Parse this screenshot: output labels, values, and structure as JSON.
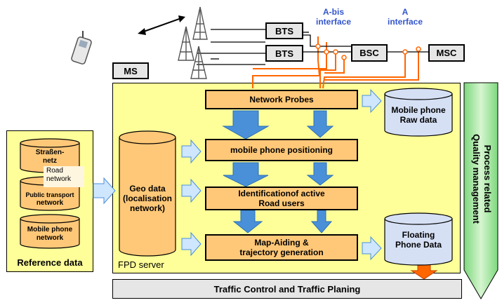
{
  "network": {
    "bts_1": "BTS",
    "bts_2": "BTS",
    "bsc": "BSC",
    "msc": "MSC",
    "ms": "MS",
    "abis_label_1": "A-bis",
    "abis_label_2": "interface",
    "a_label_1": "A",
    "a_label_2": "interface"
  },
  "process": {
    "network_probes": "Network Probes",
    "positioning": "mobile phone positioning",
    "identification_1": "Identificationof active",
    "identification_2": "Road users",
    "map_aiding_1": "Map-Aiding &",
    "map_aiding_2": "trajectory generation"
  },
  "stores": {
    "raw_data_1": "Mobile phone",
    "raw_data_2": "Raw data",
    "floating_1": "Floating",
    "floating_2": "Phone Data",
    "geo_1": "Geo data",
    "geo_2": "(localisation",
    "geo_3": "network)"
  },
  "reference": {
    "strassen_1": "Straßen-",
    "strassen_2": "netz",
    "road_1": "Road",
    "road_2": "network",
    "public_1": "Public transport",
    "public_2": "network",
    "mobile_1": "Mobile phone",
    "mobile_2": "network",
    "title": "Reference data"
  },
  "labels": {
    "fpd_server": "FPD server",
    "traffic": "Traffic Control and Traffic Planing",
    "quality_1": "Process related",
    "quality_2": "Quality management"
  },
  "colors": {
    "panel_yellow": "#ffff99",
    "process_orange": "#ffc878",
    "arrow_blue": "#99ccff",
    "storage_blue": "#d6e0f5",
    "quality_green": "#a8e8a0",
    "link_orange": "#ff6600",
    "interface_blue": "#3355cc"
  }
}
